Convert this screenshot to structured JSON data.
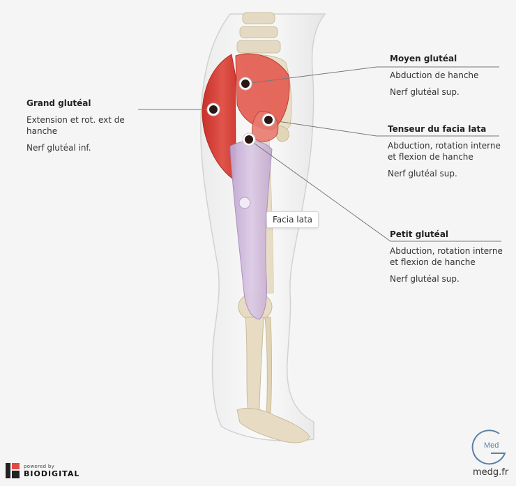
{
  "labels": {
    "grand": {
      "title": "Grand glutéal",
      "action": "Extension et rot. ext de hanche",
      "nerve": "Nerf glutéal inf."
    },
    "moyen": {
      "title": "Moyen glutéal",
      "action": "Abduction de hanche",
      "nerve": "Nerf glutéal sup."
    },
    "tenseur": {
      "title": "Tenseur du facia lata",
      "action": "Abduction, rotation interne et flexion de hanche",
      "nerve": "Nerf glutéal sup."
    },
    "petit": {
      "title": "Petit glutéal",
      "action": "Abduction, rotation interne et flexion de hanche",
      "nerve": "Nerf glutéal sup."
    }
  },
  "tooltip": "Facia lata",
  "branding": {
    "powered_by": "powered by",
    "biodigital": "BIODIGITAL",
    "logo_text": "Med",
    "site": "medg.fr"
  },
  "colors": {
    "muscle": "#d9433a",
    "fascia": "#c9b3d6",
    "bone": "#e7dcc3",
    "line": "#777777",
    "brand_red": "#e04a3f"
  }
}
